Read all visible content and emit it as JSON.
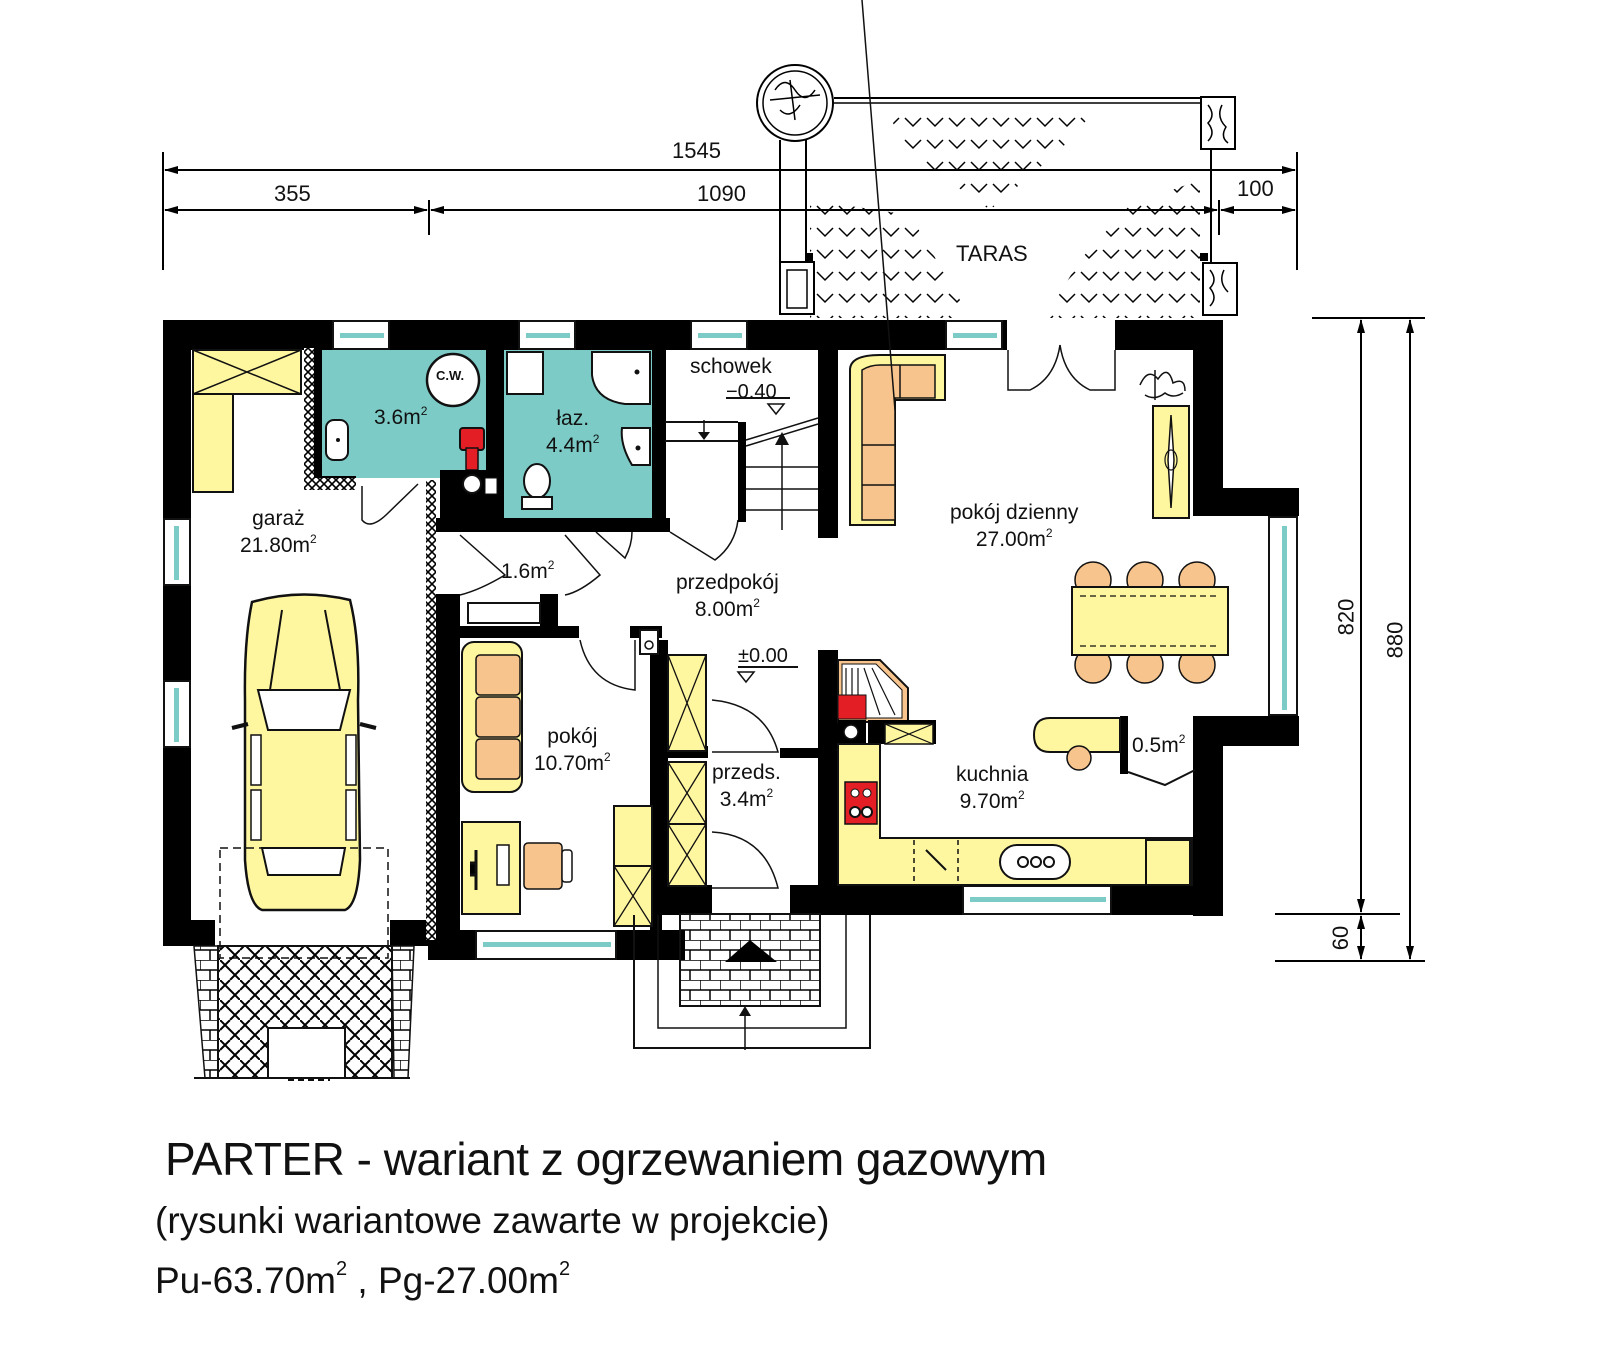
{
  "drawing": {
    "title": "PARTER - wariant z ogrzewaniem gazowym",
    "subtitle": "(rysunki wariantowe zawarte w projekcie)",
    "areas": {
      "pu_label": "Pu-63.70m",
      "pu_exp": "2",
      "separator": " , ",
      "pg_label": "Pg-27.00m",
      "pg_exp": "2"
    }
  },
  "dimensions": {
    "overall_width": "1545",
    "garage_width": "355",
    "house_width": "1090",
    "terrace_offset": "100",
    "depth_main": "820",
    "depth_total": "880",
    "depth_porch": "60"
  },
  "rooms": [
    {
      "id": "garaz",
      "name": "garaż",
      "area": "21.80m",
      "exp": "2"
    },
    {
      "id": "kotlownia",
      "name": "",
      "area": "3.6m",
      "exp": "2",
      "fixture": "C.W."
    },
    {
      "id": "lazienka",
      "name": "łaz.",
      "area": "4.4m",
      "exp": "2"
    },
    {
      "id": "schowek",
      "name": "schowek",
      "area": "",
      "exp": "",
      "level": "−0.40"
    },
    {
      "id": "pokoj-dzienny",
      "name": "pokój dzienny",
      "area": "27.00m",
      "exp": "2"
    },
    {
      "id": "wc-korytarz",
      "name": "",
      "area": "1.6m",
      "exp": "2"
    },
    {
      "id": "przedpokoj",
      "name": "przedpokój",
      "area": "8.00m",
      "exp": "2",
      "level": "±0.00"
    },
    {
      "id": "pokoj",
      "name": "pokój",
      "area": "10.70m",
      "exp": "2"
    },
    {
      "id": "przedsionek",
      "name": "przeds.",
      "area": "3.4m",
      "exp": "2"
    },
    {
      "id": "kuchnia",
      "name": "kuchnia",
      "area": "9.70m",
      "exp": "2"
    },
    {
      "id": "spizarnia",
      "name": "",
      "area": "0.5m",
      "exp": "2"
    }
  ],
  "exterior": {
    "terrace_label": "TARAS"
  },
  "colors": {
    "wall": "#000000",
    "wet_room": "#7ccbc6",
    "furniture": "#fff7a0",
    "upholstery": "#f6c48c",
    "appliance_red": "#e31e24",
    "glass": "#7ccbc6"
  }
}
